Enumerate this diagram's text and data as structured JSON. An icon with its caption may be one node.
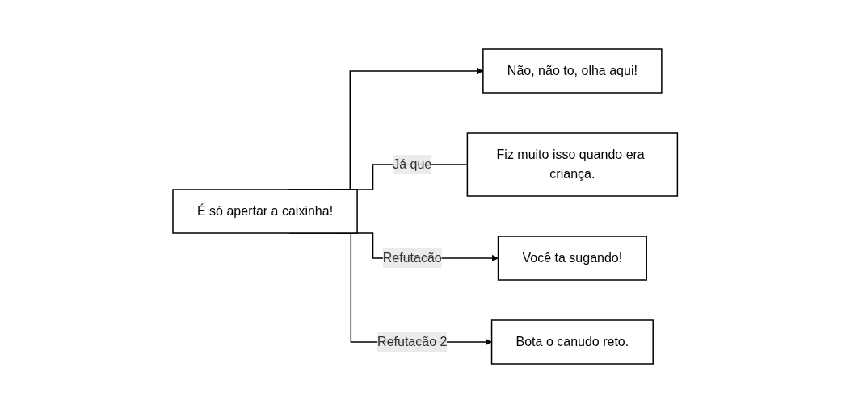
{
  "diagram": {
    "nodes": [
      {
        "text": [
          "É só apertar a caixinha!"
        ]
      },
      {
        "text": [
          "Não, não to, olha aqui!"
        ]
      },
      {
        "text": [
          "Bota o canudo reto."
        ]
      },
      {
        "text": [
          "Você ta sugando!"
        ]
      },
      {
        "text": [
          "Fiz muito isso quando era criança."
        ]
      }
    ],
    "edges": [
      {
        "from": 0,
        "to": 1,
        "arrow": "to"
      },
      {
        "from": 0,
        "to": 4,
        "arrow": "none",
        "label": "Já que"
      },
      {
        "from": 0,
        "to": 3,
        "arrow": "to",
        "label": "Refutacão"
      },
      {
        "from": 0,
        "to": 2,
        "arrow": "to",
        "label": "Refutacão 2"
      }
    ]
  }
}
